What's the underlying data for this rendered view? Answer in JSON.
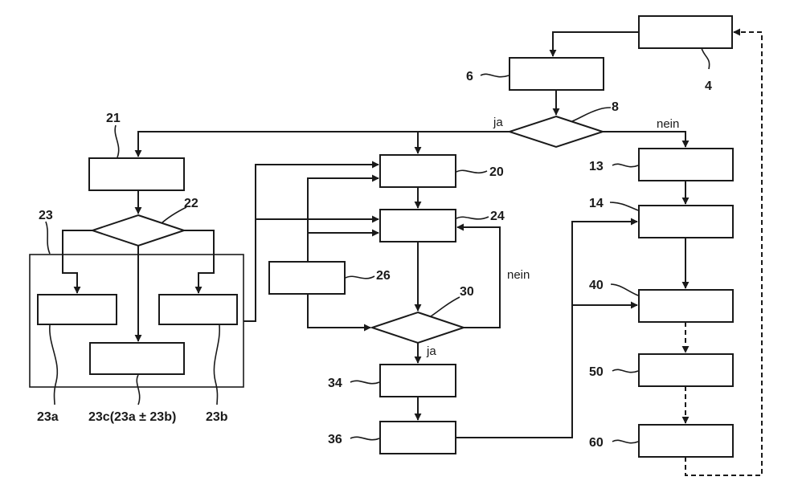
{
  "labels": {
    "r4": "4",
    "r6": "6",
    "r8": "8",
    "r13": "13",
    "r14": "14",
    "r20": "20",
    "r21": "21",
    "r22": "22",
    "r23": "23",
    "r23a": "23a",
    "r23b": "23b",
    "r23c": "23c(23a ± 23b)",
    "r24": "24",
    "r26": "26",
    "r30": "30",
    "r34": "34",
    "r36": "36",
    "r40": "40",
    "r50": "50",
    "r60": "60"
  },
  "branches": {
    "yes_top": "ja",
    "no_top": "nein",
    "no_loop": "nein",
    "yes_bottom": "ja"
  }
}
